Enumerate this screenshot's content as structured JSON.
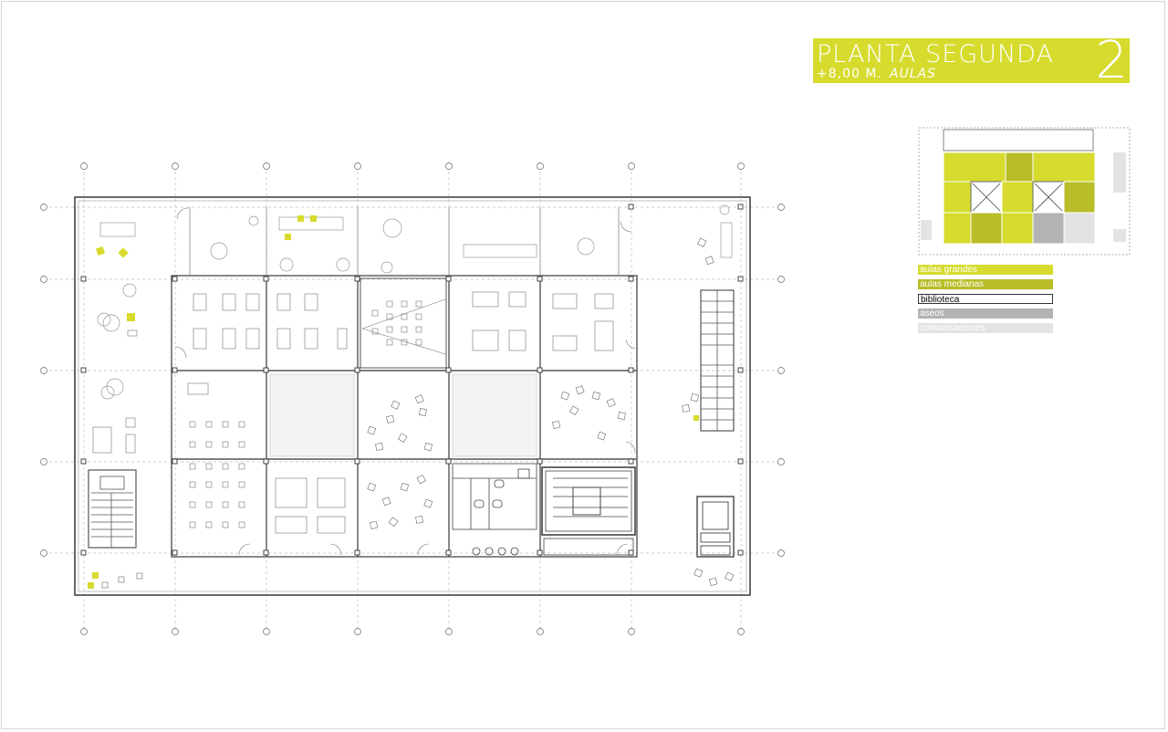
{
  "header": {
    "title": "PLANTA SEGUNDA",
    "level": "+8,00 M.",
    "use": "AULAS",
    "floor_number": "2"
  },
  "legend": {
    "items": [
      {
        "label": "aulas grandes",
        "color": "#d6db2e"
      },
      {
        "label": "aulas medianas",
        "color": "#b8bd28"
      },
      {
        "label": "biblioteca",
        "color": "#ffffff"
      },
      {
        "label": "aseos",
        "color": "#b3b3b3"
      },
      {
        "label": "comunicaciones",
        "color": "#e3e3e3"
      }
    ]
  },
  "colors": {
    "accent": "#d6db2e",
    "accent_dark": "#b8bd28",
    "line": "#555555",
    "light_line": "#c8c8c8",
    "toilets": "#b3b3b3",
    "circulation": "#e3e3e3"
  }
}
